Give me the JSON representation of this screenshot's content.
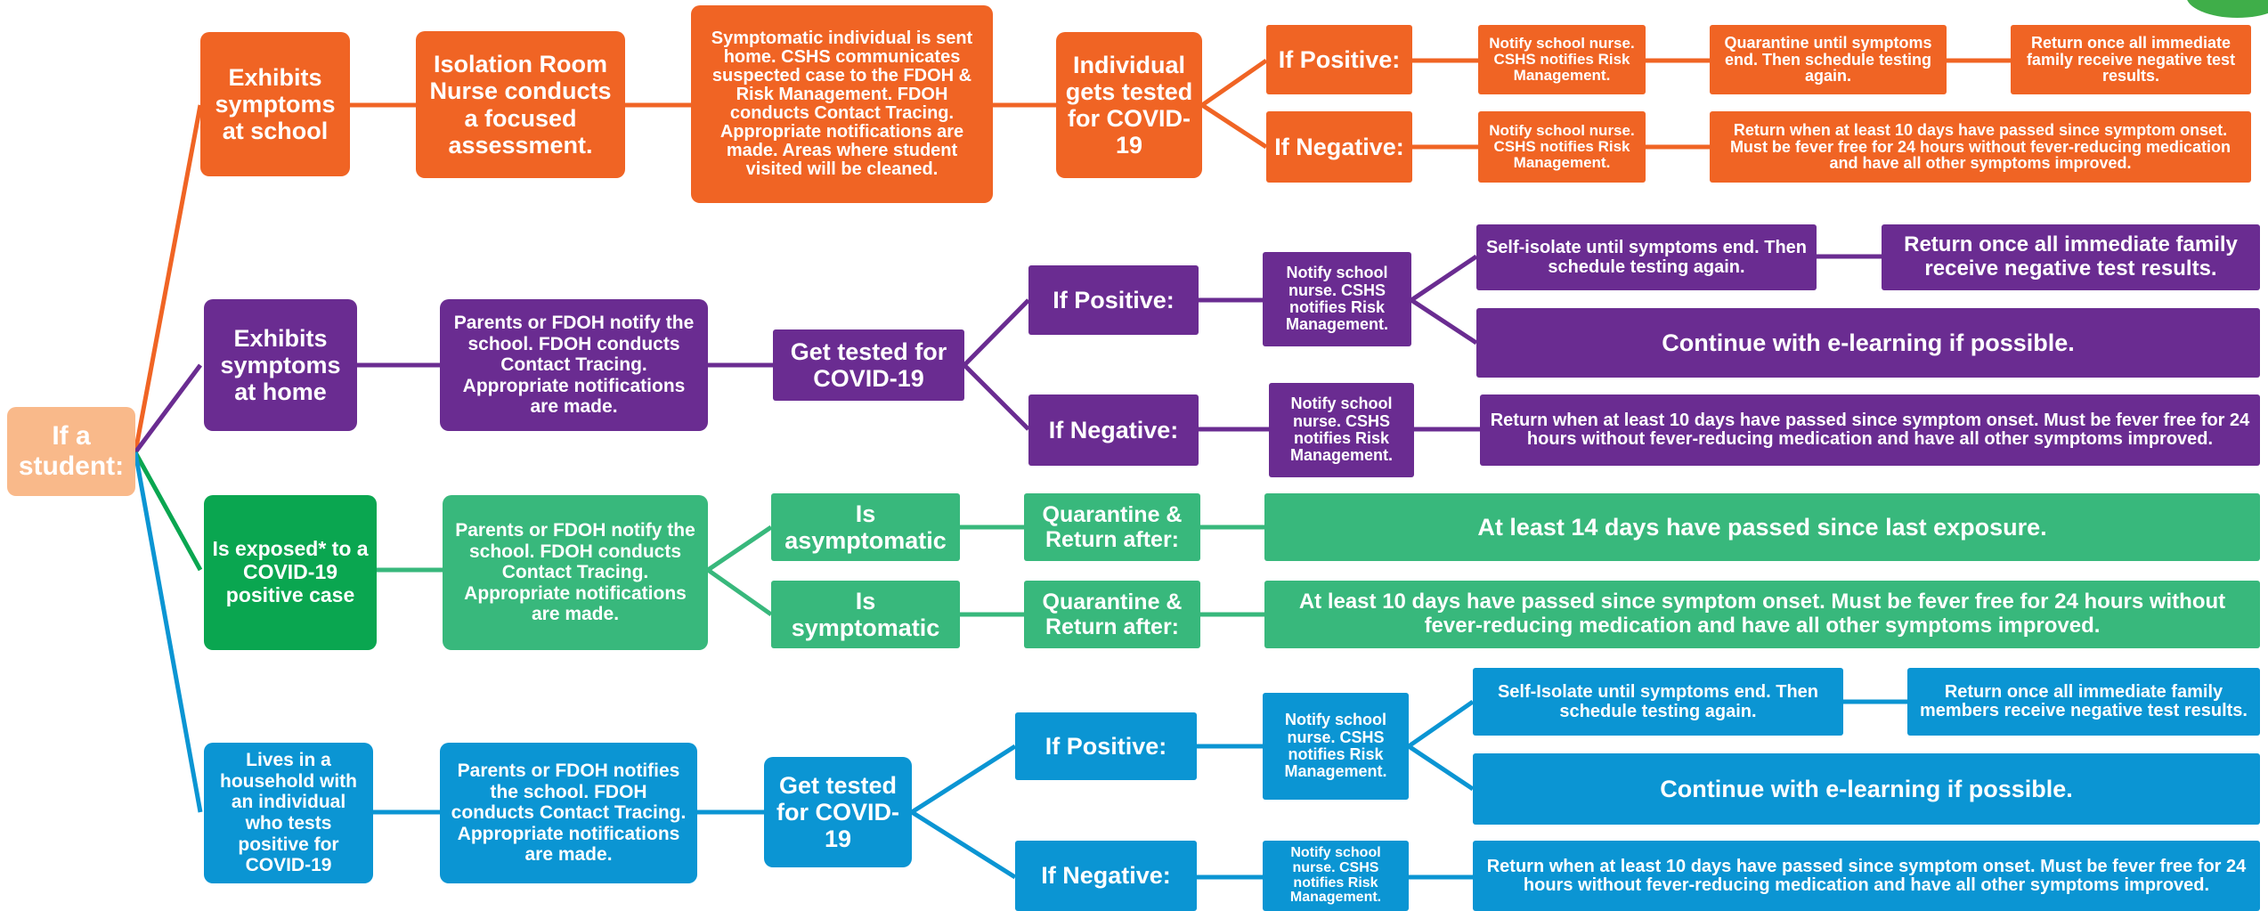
{
  "colors": {
    "orange": "#f06424",
    "purple": "#6a2c91",
    "green": "#38b87c",
    "dark_green": "#0aa650",
    "blue": "#0b95d3",
    "peach": "#f9b98a"
  },
  "root": "If a student:",
  "orange": {
    "start": "Exhibits symptoms at school",
    "step1": "Isolation Room Nurse conducts a focused assessment.",
    "step2": "Symptomatic individual is sent home. CSHS communicates suspected case to the FDOH & Risk Management. FDOH conducts Contact Tracing. Appropriate notifications are made. Areas where student visited will be cleaned.",
    "test": "Individual gets tested for COVID-19",
    "pos": "If Positive:",
    "pos_notify": "Notify school nurse. CSHS notifies Risk Management.",
    "pos_quarantine": "Quarantine until symptoms end. Then schedule testing again.",
    "pos_return": "Return once all immediate family receive negative test results.",
    "neg": "If Negative:",
    "neg_notify": "Notify school nurse. CSHS notifies Risk Management.",
    "neg_return": "Return when at least 10 days have passed since symptom onset. Must be fever free for 24 hours without fever-reducing medication and have all other symptoms improved."
  },
  "purple": {
    "start": "Exhibits symptoms at home",
    "step1": "Parents or FDOH notify the school. FDOH conducts Contact Tracing. Appropriate notifications are made.",
    "test": "Get tested for COVID-19",
    "pos": "If Positive:",
    "pos_notify": "Notify school nurse. CSHS notifies Risk Management.",
    "pos_isolate": "Self-isolate until symptoms end. Then schedule testing again.",
    "pos_return": "Return once all immediate family receive negative test results.",
    "pos_elearn": "Continue with e-learning if possible.",
    "neg": "If Negative:",
    "neg_notify": "Notify school nurse. CSHS notifies Risk Management.",
    "neg_return": "Return when at least 10 days have passed since symptom onset. Must be fever free for 24 hours without fever-reducing medication and have all other symptoms improved."
  },
  "green": {
    "start": "Is exposed* to a COVID-19 positive case",
    "step1": "Parents or FDOH notify the school. FDOH conducts Contact Tracing. Appropriate notifications are made.",
    "asym": "Is asymptomatic",
    "asym_q": "Quarantine & Return after:",
    "asym_return": "At least 14 days have passed since last exposure.",
    "sym": "Is symptomatic",
    "sym_q": "Quarantine & Return after:",
    "sym_return": "At least 10 days have passed since symptom onset. Must be fever free for 24 hours without fever-reducing medication and have all other symptoms improved."
  },
  "blue": {
    "start": "Lives in a household with an individual who tests positive for COVID-19",
    "step1": "Parents or FDOH notifies the school. FDOH conducts Contact Tracing. Appropriate notifications are made.",
    "test": "Get tested for COVID-19",
    "pos": "If Positive:",
    "pos_notify": "Notify school nurse. CSHS notifies Risk Management.",
    "pos_isolate": "Self-Isolate until symptoms end. Then schedule testing again.",
    "pos_return": "Return once all immediate family members receive negative test results.",
    "pos_elearn": "Continue with e-learning if possible.",
    "neg": "If Negative:",
    "neg_notify": "Notify school nurse. CSHS notifies Risk Management.",
    "neg_return": "Return when at least 10 days have passed since symptom onset. Must be fever free for 24 hours without fever-reducing medication and have all other symptoms improved."
  }
}
